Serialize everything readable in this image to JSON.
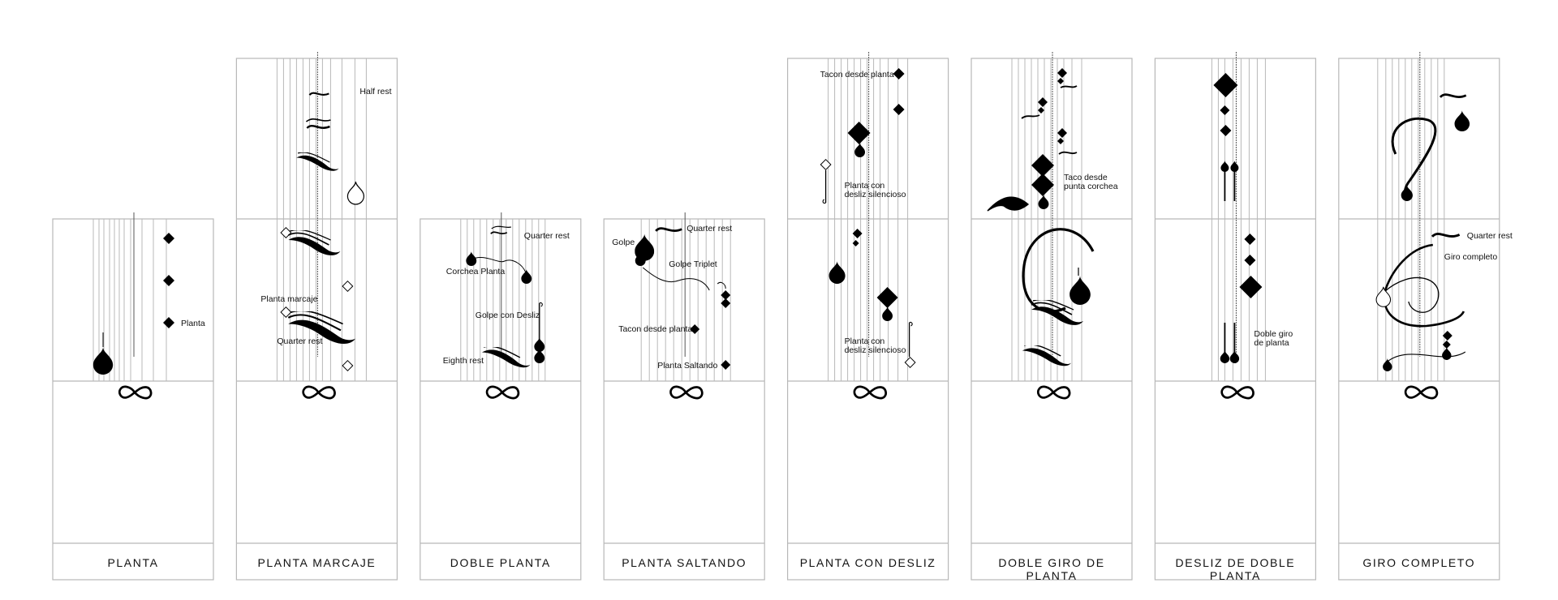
{
  "colors": {
    "line": "#b8b8b8",
    "ink": "#000000",
    "background": "#ffffff"
  },
  "panels": [
    {
      "title": "PLANTA",
      "labels": [
        "Planta"
      ]
    },
    {
      "title": "PLANTA MARCAJE",
      "labels": [
        "Half rest",
        "Planta marcaje",
        "Quarter rest"
      ]
    },
    {
      "title": "DOBLE PLANTA",
      "labels": [
        "Quarter rest",
        "Corchea Planta",
        "Golpe con Desliz",
        "Eighth rest"
      ]
    },
    {
      "title": "PLANTA SALTANDO",
      "labels": [
        "Quarter rest",
        "Golpe",
        "Golpe Triplet",
        "Tacon desde planta",
        "Planta Saltando"
      ]
    },
    {
      "title": "PLANTA CON DESLIZ",
      "labels": [
        "Tacon desde planta",
        "Planta con",
        "desliz silencioso",
        "Planta con",
        "desliz silencioso"
      ]
    },
    {
      "title": "DOBLE GIRO DE PLANTA",
      "labels": [
        "Taco desde",
        "punta corchea"
      ]
    },
    {
      "title": "DESLIZ DE DOBLE PLANTA",
      "labels": [
        "Doble giro",
        "de planta"
      ]
    },
    {
      "title": "GIRO COMPLETO",
      "labels": [
        "Quarter rest",
        "Giro completo"
      ]
    }
  ],
  "icons": [
    "infinity-symbol",
    "drop-note-symbol",
    "diamond-note-symbol",
    "wave-rest-symbol"
  ]
}
